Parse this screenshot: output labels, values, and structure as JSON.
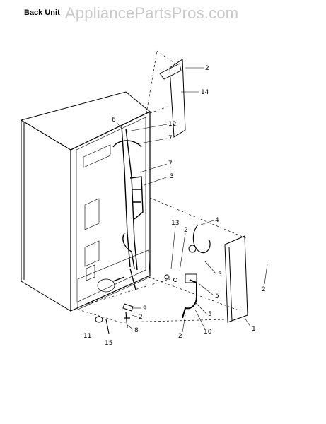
{
  "header": {
    "title": "Back Unit",
    "watermark": "AppliancePartsPros.com"
  },
  "callouts": [
    {
      "id": "c2a",
      "label": "2"
    },
    {
      "id": "c14",
      "label": "14"
    },
    {
      "id": "c6",
      "label": "6"
    },
    {
      "id": "c12",
      "label": "12"
    },
    {
      "id": "c7a",
      "label": "7"
    },
    {
      "id": "c7b",
      "label": "7"
    },
    {
      "id": "c3",
      "label": "3"
    },
    {
      "id": "c4",
      "label": "4"
    },
    {
      "id": "c13",
      "label": "13"
    },
    {
      "id": "c2b",
      "label": "2"
    },
    {
      "id": "c5a",
      "label": "5"
    },
    {
      "id": "c2c",
      "label": "2"
    },
    {
      "id": "c5b",
      "label": "5"
    },
    {
      "id": "c5c",
      "label": "5"
    },
    {
      "id": "c9",
      "label": "9"
    },
    {
      "id": "c2d",
      "label": "2"
    },
    {
      "id": "c8",
      "label": "8"
    },
    {
      "id": "c11",
      "label": "11"
    },
    {
      "id": "c15",
      "label": "15"
    },
    {
      "id": "c2e",
      "label": "2"
    },
    {
      "id": "c10",
      "label": "10"
    },
    {
      "id": "c1",
      "label": "1"
    }
  ]
}
